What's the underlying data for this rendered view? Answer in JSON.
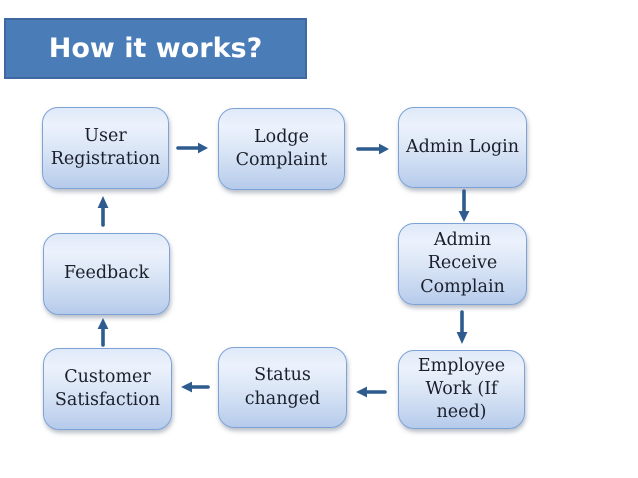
{
  "title": {
    "label": "How it works?"
  },
  "diagram": {
    "nodes": [
      {
        "id": "user-registration",
        "label": "User\nRegistration"
      },
      {
        "id": "lodge-complaint",
        "label": "Lodge\nComplaint"
      },
      {
        "id": "admin-login",
        "label": "Admin Login"
      },
      {
        "id": "admin-receive-complain",
        "label": "Admin\nReceive\nComplain"
      },
      {
        "id": "employee-work",
        "label": "Employee\nWork (If need)"
      },
      {
        "id": "status-changed",
        "label": "Status\nchanged"
      },
      {
        "id": "customer-satisfaction",
        "label": "Customer\nSatisfaction"
      },
      {
        "id": "feedback",
        "label": "Feedback"
      }
    ],
    "edges": [
      {
        "from": "user-registration",
        "to": "lodge-complaint",
        "direction": "right"
      },
      {
        "from": "lodge-complaint",
        "to": "admin-login",
        "direction": "right"
      },
      {
        "from": "admin-login",
        "to": "admin-receive-complain",
        "direction": "down"
      },
      {
        "from": "admin-receive-complain",
        "to": "employee-work",
        "direction": "down"
      },
      {
        "from": "employee-work",
        "to": "status-changed",
        "direction": "left"
      },
      {
        "from": "status-changed",
        "to": "customer-satisfaction",
        "direction": "left"
      },
      {
        "from": "customer-satisfaction",
        "to": "feedback",
        "direction": "up"
      },
      {
        "from": "feedback",
        "to": "user-registration",
        "direction": "up"
      }
    ],
    "colors": {
      "title_fill": "#4a7cb8",
      "title_border": "#3e689f",
      "title_text": "#ffffff",
      "node_border": "#7da3d6",
      "node_gradient_top": "#e9f0fb",
      "node_gradient_bottom": "#b6cbeb",
      "node_text": "#1a1f2b",
      "arrow": "#2f5c8f",
      "background": "#ffffff"
    }
  }
}
